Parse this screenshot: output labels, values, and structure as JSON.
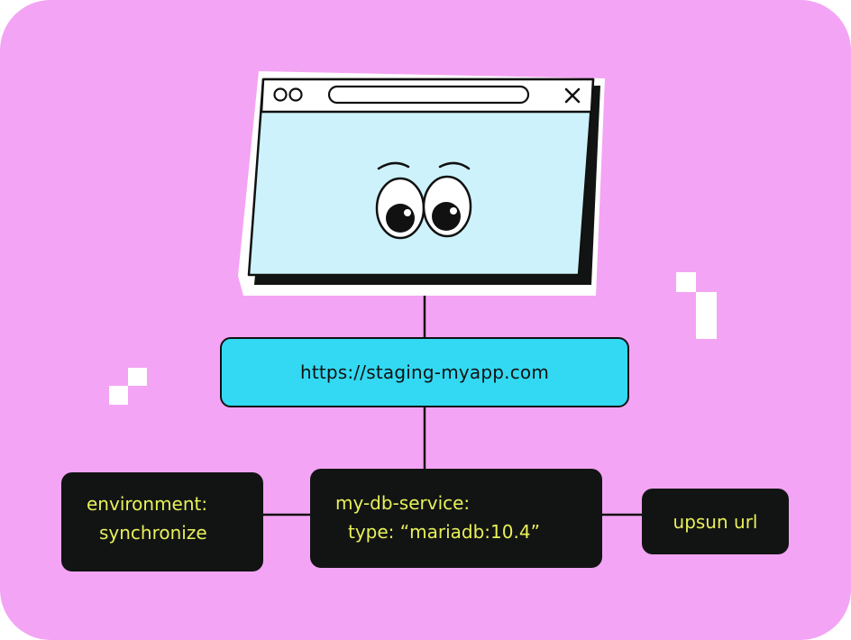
{
  "colors": {
    "background": "#f4a4f4",
    "url_box": "#33d9f2",
    "dark_box": "#121414",
    "dark_box_text": "#e8f05a",
    "browser_screen": "#cdf2fb",
    "outline": "#111111"
  },
  "browser": {
    "controls_icon": "two-dot-window-controls",
    "close_icon": "close-x"
  },
  "url_node": {
    "label": "https://staging-myapp.com"
  },
  "environment_node": {
    "line1": "environment:",
    "line2": "synchronize"
  },
  "db_node": {
    "line1": "my-db-service:",
    "line2": "type: “mariadb:10.4”"
  },
  "upsun_node": {
    "label": "upsun url"
  }
}
